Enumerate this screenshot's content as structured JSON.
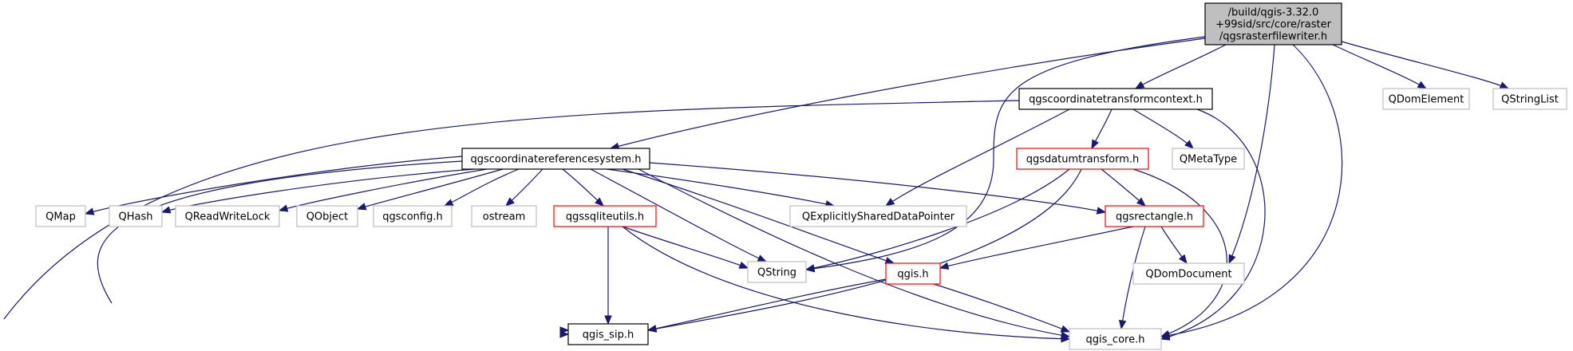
{
  "colors": {
    "edge": "#191970",
    "border_normal": "#000000",
    "border_red": "#ff0000",
    "border_grey": "#bfbfbf",
    "fill_root": "#bfbfbf",
    "fill_normal": "#ffffff",
    "text": "#000000"
  },
  "nodes": [
    {
      "id": "root",
      "lines": [
        "/build/qgis-3.32.0",
        "+99sid/src/core/raster",
        "/qgsrasterfilewriter.h"
      ],
      "style": "root"
    },
    {
      "id": "qgscoordinatetransformcontext",
      "lines": [
        "qgscoordinatetransformcontext.h"
      ],
      "style": "normal"
    },
    {
      "id": "qdomelement",
      "lines": [
        "QDomElement"
      ],
      "style": "grey"
    },
    {
      "id": "qstringlist",
      "lines": [
        "QStringList"
      ],
      "style": "grey"
    },
    {
      "id": "qgsdatumtransform",
      "lines": [
        "qgsdatumtransform.h"
      ],
      "style": "red"
    },
    {
      "id": "qmetatype",
      "lines": [
        "QMetaType"
      ],
      "style": "grey"
    },
    {
      "id": "qgscoordinatereferencesystem",
      "lines": [
        "qgscoordinatereferencesystem.h"
      ],
      "style": "normal"
    },
    {
      "id": "qmap",
      "lines": [
        "QMap"
      ],
      "style": "grey"
    },
    {
      "id": "qhash",
      "lines": [
        "QHash"
      ],
      "style": "grey"
    },
    {
      "id": "qreadwritelock",
      "lines": [
        "QReadWriteLock"
      ],
      "style": "grey"
    },
    {
      "id": "qobject",
      "lines": [
        "QObject"
      ],
      "style": "grey"
    },
    {
      "id": "qgsconfig",
      "lines": [
        "qgsconfig.h"
      ],
      "style": "grey"
    },
    {
      "id": "ostream",
      "lines": [
        "ostream"
      ],
      "style": "grey"
    },
    {
      "id": "qgssqliteutils",
      "lines": [
        "qgssqliteutils.h"
      ],
      "style": "red"
    },
    {
      "id": "qexplicitlyshareddatapointer",
      "lines": [
        "QExplicitlySharedDataPointer"
      ],
      "style": "grey"
    },
    {
      "id": "qgsrectangle",
      "lines": [
        "qgsrectangle.h"
      ],
      "style": "red"
    },
    {
      "id": "qstring",
      "lines": [
        "QString"
      ],
      "style": "grey"
    },
    {
      "id": "qgis",
      "lines": [
        "qgis.h"
      ],
      "style": "red"
    },
    {
      "id": "qdomdocument",
      "lines": [
        "QDomDocument"
      ],
      "style": "grey"
    },
    {
      "id": "qgis_sip",
      "lines": [
        "qgis_sip.h"
      ],
      "style": "normal"
    },
    {
      "id": "qgis_core",
      "lines": [
        "qgis_core.h"
      ],
      "style": "grey"
    }
  ],
  "edges": [
    {
      "from": "root",
      "to": "qgscoordinatetransformcontext"
    },
    {
      "from": "root",
      "to": "qgscoordinatereferencesystem"
    },
    {
      "from": "root",
      "to": "qstring"
    },
    {
      "from": "root",
      "to": "qdomelement"
    },
    {
      "from": "root",
      "to": "qstringlist"
    },
    {
      "from": "root",
      "to": "qdomdocument"
    },
    {
      "from": "root",
      "to": "qgis_core"
    },
    {
      "from": "qgscoordinatetransformcontext",
      "to": "qgsdatumtransform"
    },
    {
      "from": "qgscoordinatetransformcontext",
      "to": "qmetatype"
    },
    {
      "from": "qgscoordinatetransformcontext",
      "to": "qexplicitlyshareddatapointer"
    },
    {
      "from": "qgscoordinatetransformcontext",
      "to": "qgis_sip"
    },
    {
      "from": "qgscoordinatetransformcontext",
      "to": "qgis_core"
    },
    {
      "from": "qgsdatumtransform",
      "to": "qgsrectangle"
    },
    {
      "from": "qgsdatumtransform",
      "to": "qstring"
    },
    {
      "from": "qgsdatumtransform",
      "to": "qgis_sip"
    },
    {
      "from": "qgsdatumtransform",
      "to": "qgis_core"
    },
    {
      "from": "qgscoordinatereferencesystem",
      "to": "qmap"
    },
    {
      "from": "qgscoordinatereferencesystem",
      "to": "qhash"
    },
    {
      "from": "qgscoordinatereferencesystem",
      "to": "qreadwritelock"
    },
    {
      "from": "qgscoordinatereferencesystem",
      "to": "qobject"
    },
    {
      "from": "qgscoordinatereferencesystem",
      "to": "qgsconfig"
    },
    {
      "from": "qgscoordinatereferencesystem",
      "to": "ostream"
    },
    {
      "from": "qgscoordinatereferencesystem",
      "to": "qgssqliteutils"
    },
    {
      "from": "qgscoordinatereferencesystem",
      "to": "qexplicitlyshareddatapointer"
    },
    {
      "from": "qgscoordinatereferencesystem",
      "to": "qgsrectangle"
    },
    {
      "from": "qgscoordinatereferencesystem",
      "to": "qstring"
    },
    {
      "from": "qgscoordinatereferencesystem",
      "to": "qgis"
    },
    {
      "from": "qgscoordinatereferencesystem",
      "to": "qgis_sip"
    },
    {
      "from": "qgscoordinatereferencesystem",
      "to": "qgis_core"
    },
    {
      "from": "qgssqliteutils",
      "to": "qstring"
    },
    {
      "from": "qgssqliteutils",
      "to": "qgis_sip"
    },
    {
      "from": "qgssqliteutils",
      "to": "qgis_core"
    },
    {
      "from": "qgsrectangle",
      "to": "qdomdocument"
    },
    {
      "from": "qgsrectangle",
      "to": "qgis"
    },
    {
      "from": "qgsrectangle",
      "to": "qgis_core"
    },
    {
      "from": "qgis",
      "to": "qgis_sip"
    },
    {
      "from": "qgis",
      "to": "qgis_core"
    }
  ]
}
